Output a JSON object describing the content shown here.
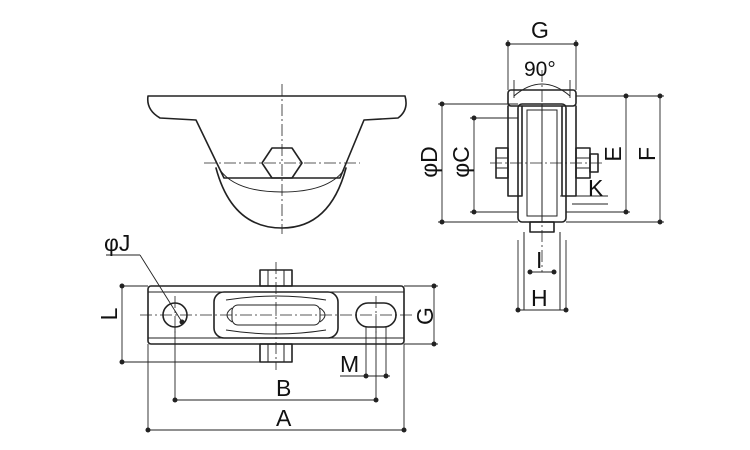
{
  "labels": {
    "phiJ": "φJ",
    "L": "L",
    "G_front": "G",
    "M": "M",
    "B": "B",
    "A": "A",
    "G_side": "G",
    "angle": "90°",
    "phiD": "φD",
    "phiC": "φC",
    "E": "E",
    "F": "F",
    "K": "K",
    "I": "I",
    "H": "H"
  }
}
